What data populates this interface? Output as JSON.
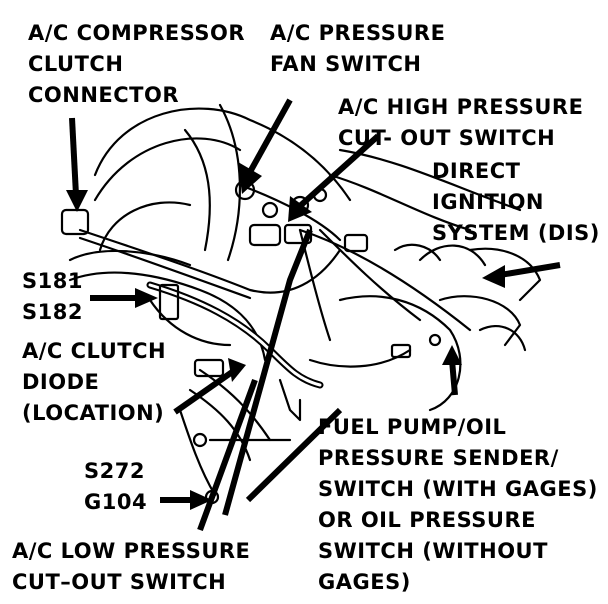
{
  "labels": {
    "compressor_clutch_connector": [
      "A/C COMPRESSOR",
      "CLUTCH",
      "CONNECTOR"
    ],
    "pressure_fan_switch": [
      "A/C PRESSURE",
      "FAN SWITCH"
    ],
    "high_pressure_cutout": [
      "A/C HIGH PRESSURE",
      "CUT- OUT SWITCH"
    ],
    "dis": [
      "DIRECT",
      "IGNITION",
      "SYSTEM (DIS)"
    ],
    "splices_s181_s182": [
      "S181",
      "S182"
    ],
    "clutch_diode": [
      "A/C CLUTCH",
      "DIODE",
      "(LOCATION)"
    ],
    "s272_g104": [
      "S272",
      "G104"
    ],
    "low_pressure_cutout": [
      "A/C LOW PRESSURE",
      "CUT–OUT SWITCH"
    ],
    "fuel_pump_oil_sender": [
      "FUEL PUMP/OIL",
      "PRESSURE SENDER/",
      "SWITCH (WITH GAGES)",
      "OR OIL PRESSURE",
      "SWITCH (WITHOUT",
      "GAGES)"
    ]
  },
  "colors": {
    "ink": "#000000",
    "paper": "#ffffff"
  }
}
